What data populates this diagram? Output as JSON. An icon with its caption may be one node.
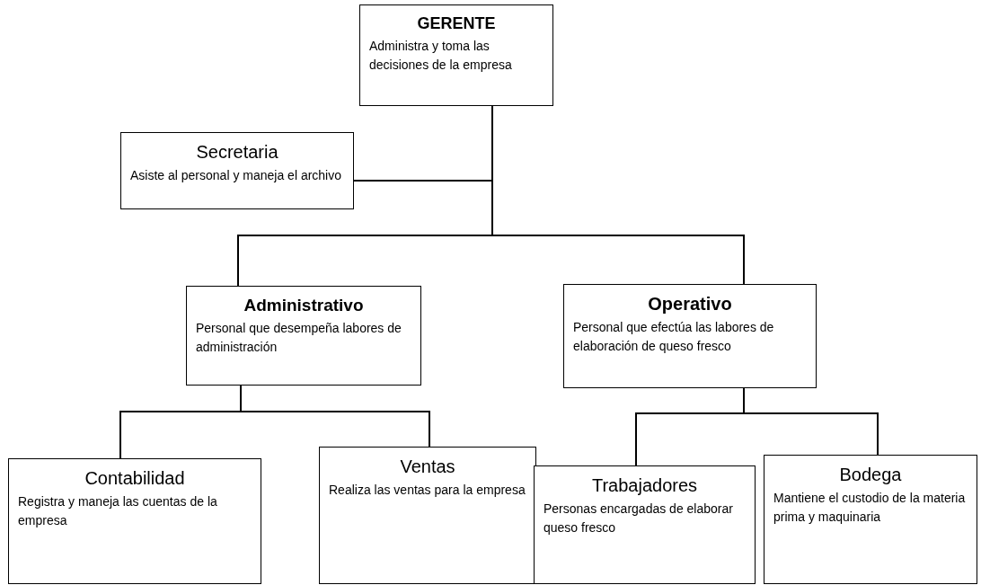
{
  "diagram": {
    "nodes": [
      {
        "text": [
          "GERENTE",
          "Administra y toma las decisiones de la empresa"
        ]
      },
      {
        "text": [
          "Secretaria",
          "Asiste al personal y maneja el archivo"
        ]
      },
      {
        "text": [
          "Administrativo",
          "Personal que desempeña labores de administración"
        ]
      },
      {
        "text": [
          "Operativo",
          "Personal que efectúa las labores de elaboración de queso fresco"
        ]
      },
      {
        "text": [
          "Contabilidad",
          "Registra y maneja las cuentas de la empresa"
        ]
      },
      {
        "text": [
          "Ventas",
          "Realiza las ventas para la empresa"
        ]
      },
      {
        "text": [
          "Trabajadores",
          "Personas encargadas de elaborar queso fresco"
        ]
      },
      {
        "text": [
          "Bodega",
          "Mantiene el custodio de la materia prima y maquinaria"
        ]
      }
    ],
    "edges": [
      {
        "from": 0,
        "to": 1,
        "arrow": "none"
      },
      {
        "from": 0,
        "to": 2,
        "arrow": "none"
      },
      {
        "from": 0,
        "to": 3,
        "arrow": "none"
      },
      {
        "from": 2,
        "to": 4,
        "arrow": "none"
      },
      {
        "from": 2,
        "to": 5,
        "arrow": "none"
      },
      {
        "from": 3,
        "to": 6,
        "arrow": "none"
      },
      {
        "from": 3,
        "to": 7,
        "arrow": "none"
      }
    ]
  }
}
